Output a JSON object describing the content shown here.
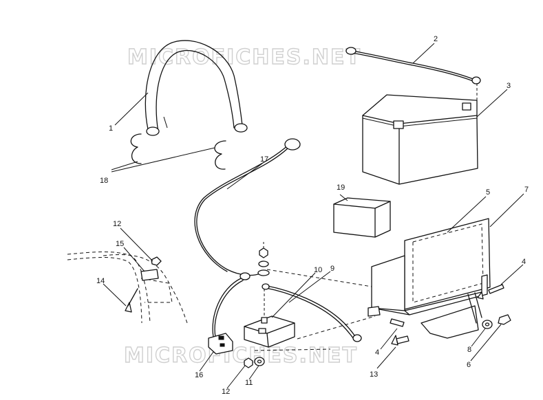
{
  "watermark": "MICROFICHES.NET",
  "callouts": {
    "c1": "1",
    "c2": "2",
    "c3": "3",
    "c4a": "4",
    "c4b": "4",
    "c5": "5",
    "c6": "6",
    "c7": "7",
    "c8": "8",
    "c9": "9",
    "c10": "10",
    "c11": "11",
    "c12a": "12",
    "c12b": "12",
    "c13": "13",
    "c14": "14",
    "c15": "15",
    "c16": "16",
    "c17": "17",
    "c18": "18",
    "c19": "19"
  }
}
